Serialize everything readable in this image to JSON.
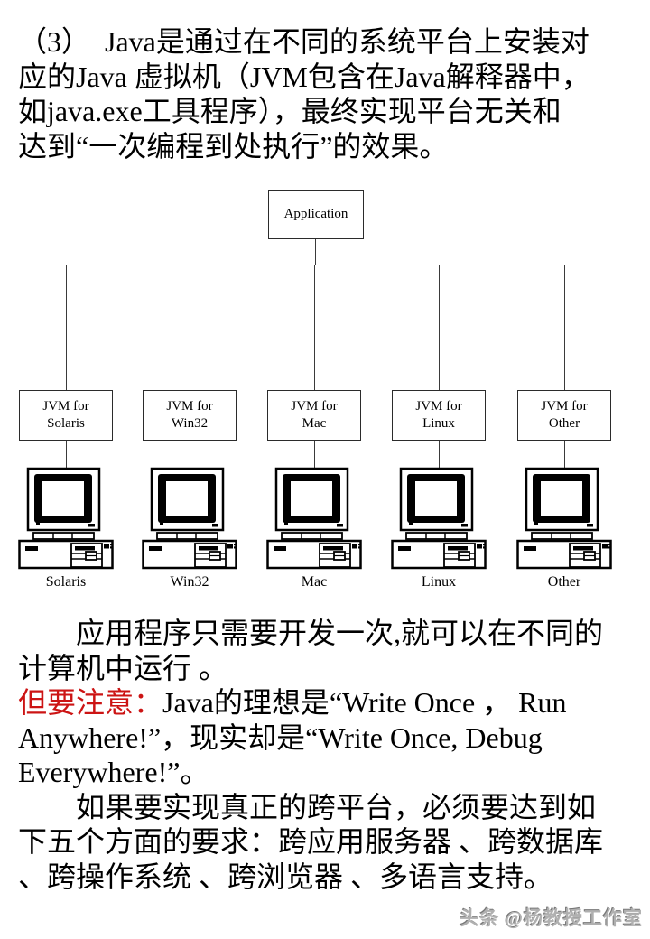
{
  "para1": {
    "lines": [
      "（3）  Java是通过在不同的系统平台上安装对",
      "应的Java 虚拟机（JVM包含在Java解释器中，",
      "如java.exe工具程序），最终实现平台无关和",
      "达到“一次编程到处执行”的效果。"
    ]
  },
  "diagram": {
    "app_label": "Application",
    "platforms": [
      {
        "jvm_line1": "JVM for",
        "jvm_line2": "Solaris",
        "label": "Solaris"
      },
      {
        "jvm_line1": "JVM for",
        "jvm_line2": "Win32",
        "label": "Win32"
      },
      {
        "jvm_line1": "JVM for",
        "jvm_line2": "Mac",
        "label": "Mac"
      },
      {
        "jvm_line1": "JVM for",
        "jvm_line2": "Linux",
        "label": "Linux"
      },
      {
        "jvm_line1": "JVM for",
        "jvm_line2": "Other",
        "label": "Other"
      }
    ]
  },
  "para2": {
    "lines": [
      {
        "text": "　　应用程序只需要开发一次,就可以在不同的"
      },
      {
        "text": "计算机中运行 。"
      },
      {
        "red": "但要注意：",
        "text": "Java的理想是“Write Once ， Run"
      },
      {
        "text": "Anywhere!”，现实却是“Write Once, Debug"
      },
      {
        "text": "Everywhere!”。"
      },
      {
        "text": "　　如果要实现真正的跨平台，必须要达到如"
      },
      {
        "text": "下五个方面的要求：跨应用服务器 、跨数据库"
      },
      {
        "text": "、跨操作系统 、跨浏览器 、多语言支持。"
      }
    ]
  },
  "watermark": {
    "text": "头条 @杨教授工作室"
  },
  "colors": {
    "red_emphasis": "#cc1414",
    "watermark_gray": "#b0b0b0"
  }
}
